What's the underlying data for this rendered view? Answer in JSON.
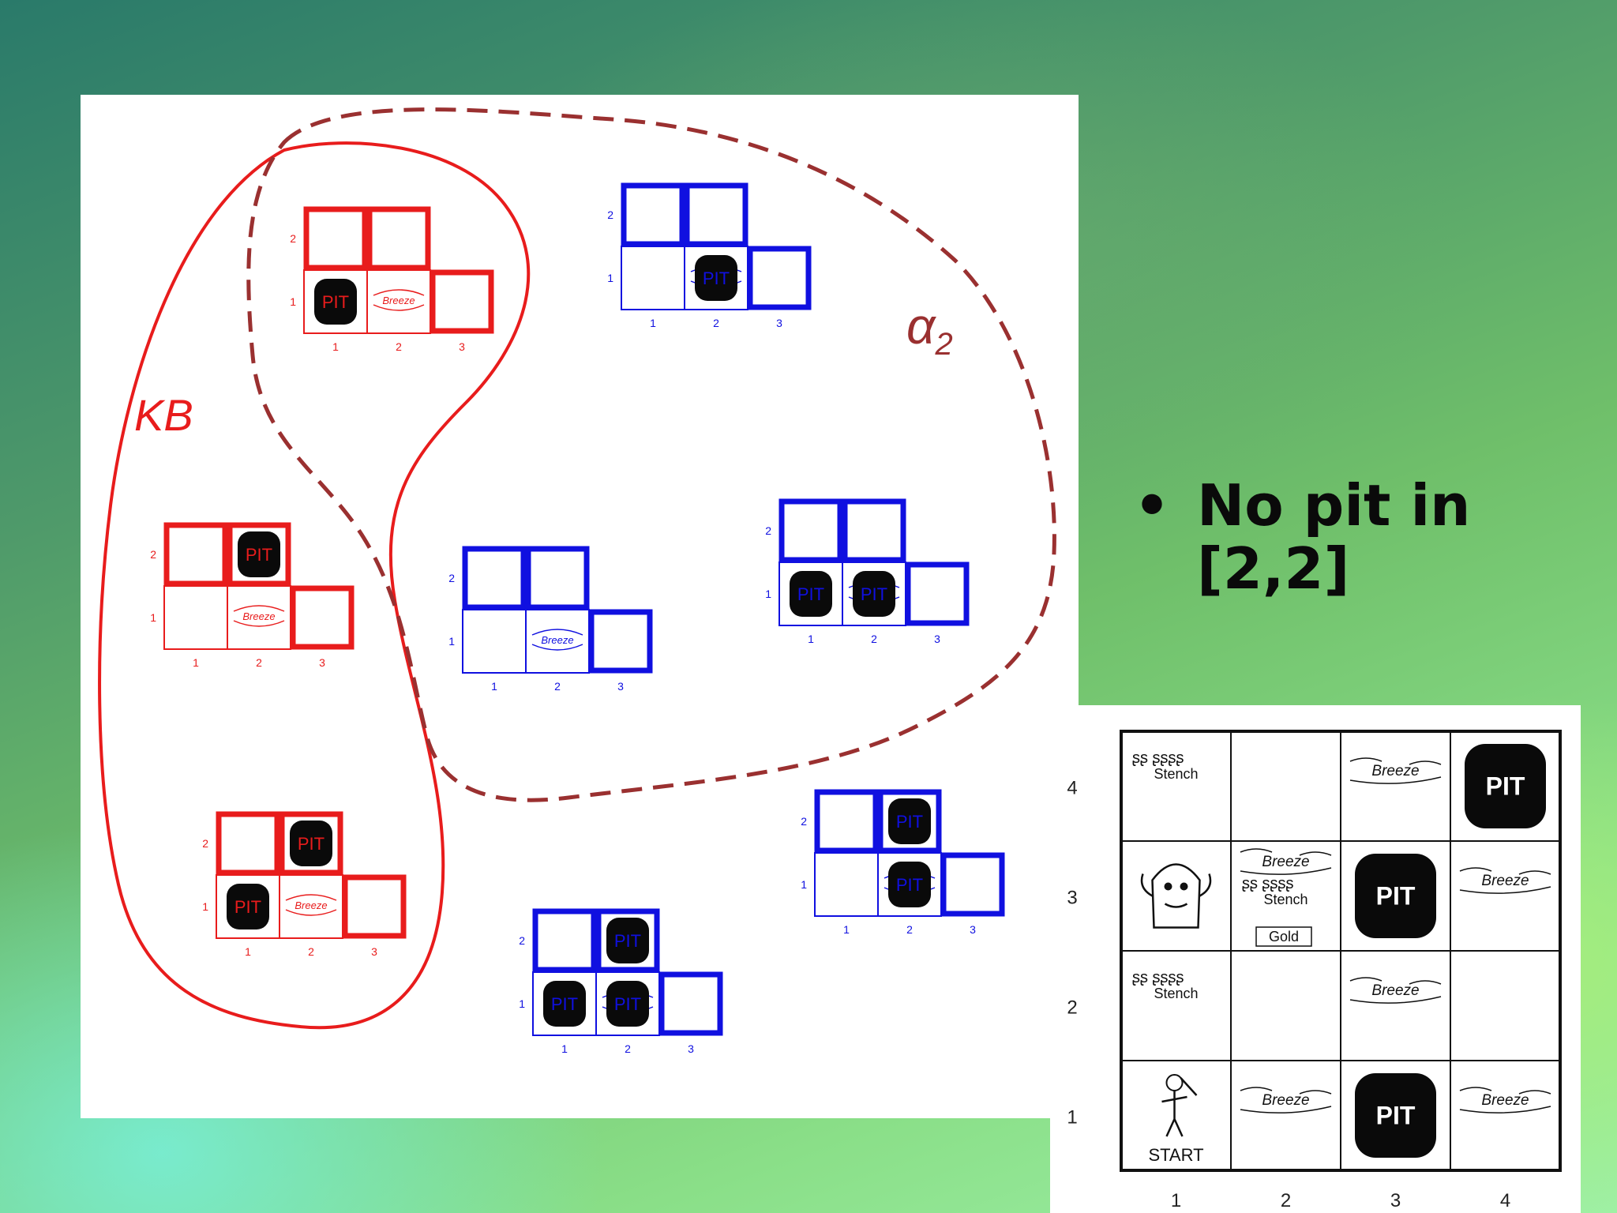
{
  "labels": {
    "kb": "KB",
    "alpha": "α",
    "alpha_sub": "2"
  },
  "bullet": {
    "marker": "•",
    "text": "No pit in [2,2]"
  },
  "colors": {
    "kb_red": "#e81c1c",
    "model_blue": "#1010e0",
    "alpha_dash": "#9a3030",
    "pit_fill": "#0a0a0a"
  },
  "mini_model": {
    "row_labels": [
      "2",
      "1"
    ],
    "col_labels": [
      "1",
      "2",
      "3"
    ],
    "breeze_label": "Breeze",
    "pit_label": "PIT"
  },
  "models": [
    {
      "id": "m1",
      "kb": true,
      "pits": [
        "1,3"
      ]
    },
    {
      "id": "m2",
      "kb": true,
      "pits": [
        "2,2"
      ]
    },
    {
      "id": "m3",
      "kb": true,
      "pits": [
        "2,2",
        "1,3"
      ]
    },
    {
      "id": "m4",
      "kb": false,
      "pits": [
        "2,1"
      ]
    },
    {
      "id": "m5",
      "kb": false,
      "pits": []
    },
    {
      "id": "m6",
      "kb": false,
      "pits": [
        "2,1",
        "1,3"
      ]
    },
    {
      "id": "m7",
      "kb": false,
      "pits": [
        "2,1",
        "2,2"
      ]
    },
    {
      "id": "m8",
      "kb": false,
      "pits": [
        "2,1",
        "2,2",
        "1,3"
      ]
    }
  ],
  "wumpus_world": {
    "row_labels": [
      "4",
      "3",
      "2",
      "1"
    ],
    "col_labels": [
      "1",
      "2",
      "3",
      "4"
    ],
    "breeze": "Breeze",
    "stench": "Stench",
    "pit": "PIT",
    "gold": "Gold",
    "start": "START",
    "cells": [
      {
        "pos": "1,4",
        "items": [
          "stench"
        ]
      },
      {
        "pos": "2,4",
        "items": []
      },
      {
        "pos": "3,4",
        "items": [
          "breeze"
        ]
      },
      {
        "pos": "4,4",
        "items": [
          "pit"
        ]
      },
      {
        "pos": "1,3",
        "items": [
          "wumpus"
        ]
      },
      {
        "pos": "2,3",
        "items": [
          "breeze",
          "stench",
          "gold"
        ]
      },
      {
        "pos": "3,3",
        "items": [
          "pit"
        ]
      },
      {
        "pos": "4,3",
        "items": [
          "breeze"
        ]
      },
      {
        "pos": "1,2",
        "items": [
          "stench"
        ]
      },
      {
        "pos": "2,2",
        "items": []
      },
      {
        "pos": "3,2",
        "items": [
          "breeze"
        ]
      },
      {
        "pos": "4,2",
        "items": []
      },
      {
        "pos": "1,1",
        "items": [
          "agent",
          "start"
        ]
      },
      {
        "pos": "2,1",
        "items": [
          "breeze"
        ]
      },
      {
        "pos": "3,1",
        "items": [
          "pit"
        ]
      },
      {
        "pos": "4,1",
        "items": [
          "breeze"
        ]
      }
    ]
  }
}
